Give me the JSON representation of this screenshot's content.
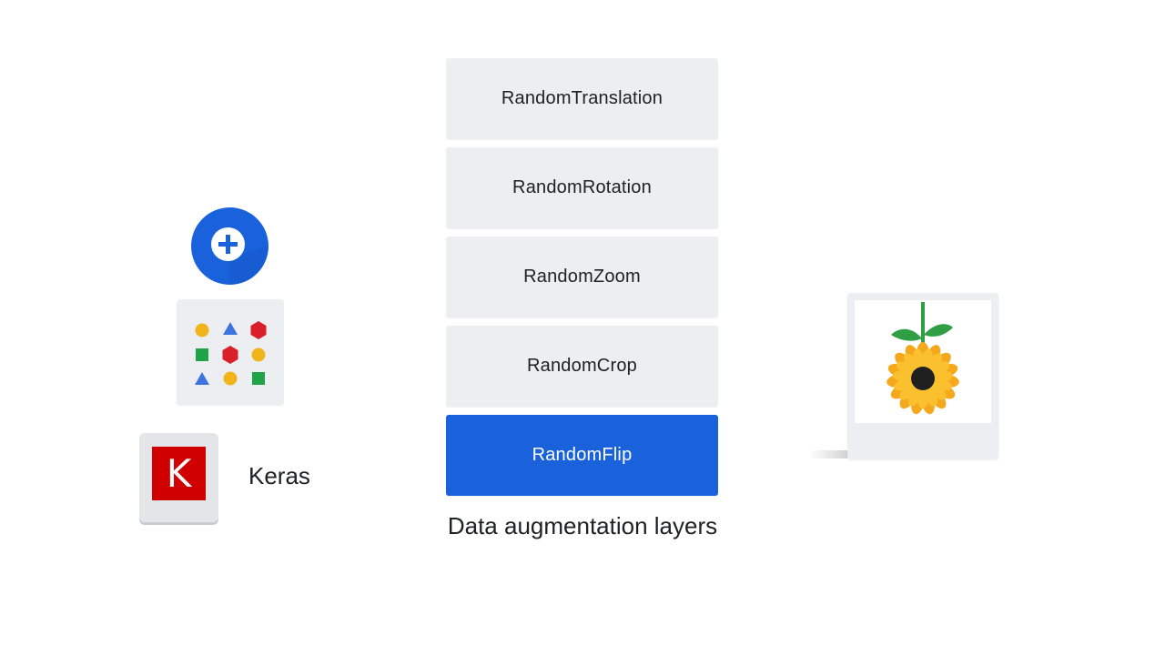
{
  "layers": [
    {
      "label": "RandomTranslation",
      "active": false
    },
    {
      "label": "RandomRotation",
      "active": false
    },
    {
      "label": "RandomZoom",
      "active": false
    },
    {
      "label": "RandomCrop",
      "active": false
    },
    {
      "label": "RandomFlip",
      "active": true
    }
  ],
  "stack_caption": "Data augmentation layers",
  "keras": {
    "logo_letter": "K",
    "label": "Keras"
  },
  "colors": {
    "accent_blue": "#1a62dc",
    "tile_gray": "#eceef1",
    "keras_red": "#d00000",
    "shape_yellow": "#f2b41b",
    "shape_blue": "#3d72df",
    "shape_red": "#d9202a",
    "shape_green": "#20a346"
  },
  "icons": {
    "add": "add-circle-icon",
    "shapes": "shapes-grid-icon",
    "photo": "sunflower-image"
  }
}
